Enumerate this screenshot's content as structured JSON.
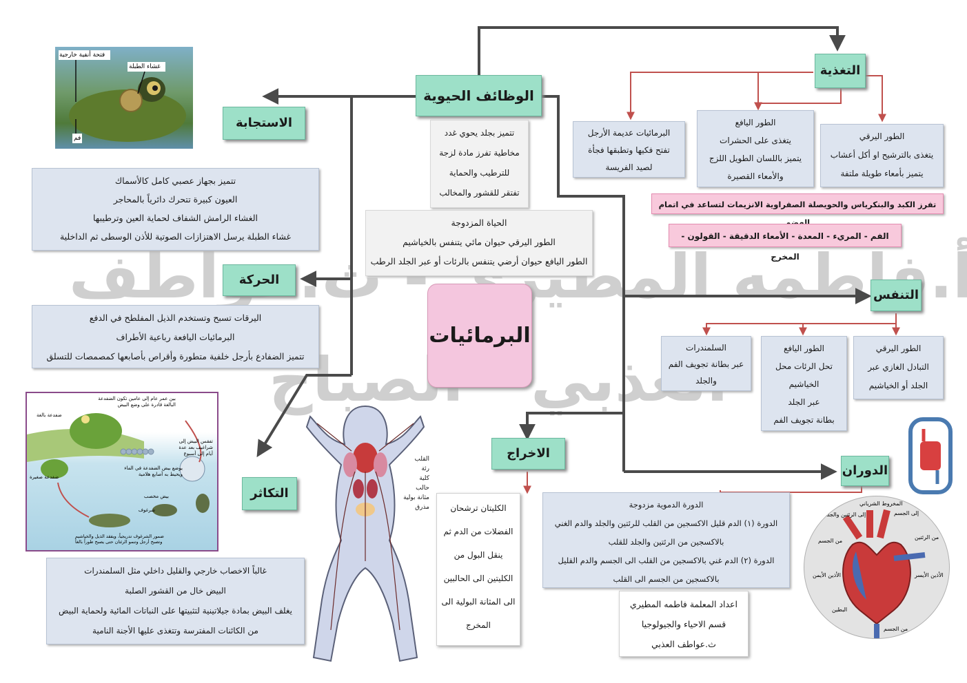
{
  "center_title": "البرمائيات",
  "watermark": {
    "line1": "أ.فاطمه المطيري - ث.عواطف",
    "line2": "العذبي - الصباح"
  },
  "headings": {
    "vital_functions": "الوظائف الحيوية",
    "response": "الاستجابة",
    "movement": "الحركة",
    "reproduction": "التكاثر",
    "nutrition": "التغذية",
    "respiration": "التنفس",
    "excretion": "الاخراج",
    "circulation": "الدوران"
  },
  "vital_functions_text": [
    "تتميز بجلد يحوي غدد",
    "مخاطية تفرز مادة لزجة",
    "للترطيب والحماية",
    "تفتقر للقشور والمخالب"
  ],
  "double_life": {
    "title": "الحياة المزدوجة",
    "lines": [
      "الطور اليرقي حيوان مائي يتنفس بالخياشيم",
      "الطور اليافع حيوان أرضي يتنفس بالرئات أو عبر الجلد الرطب"
    ]
  },
  "response_text": [
    "تتميز بجهاز عصبي كامل كالأسماك",
    "العيون كبيرة تتحرك دائرياً بالمحاجر",
    "الغشاء الرامش الشفاف لحماية العين وترطيبها",
    "غشاء الطبلة يرسل الاهتزازات الصوتية للأذن الوسطى ثم الداخلية"
  ],
  "movement_text": [
    "اليرقات تسبح وتستخدم الذيل المفلطح في الدفع",
    "البرمائيات اليافعة رباعية الأطراف",
    "تتميز الضفادع بأرجل خلفية متطورة وأقراص بأصابعها كمصمصات للتسلق"
  ],
  "reproduction_text": [
    "غالباً الاخصاب خارجي والقليل داخلي مثل السلمندرات",
    "البيض خال من القشور الصلبة",
    "يغلف البيض بمادة جيلاتينية لتثبيتها على النباتات المائية ولحماية البيض",
    "من الكائنات المفترسة وتتغذى عليها الأجنة النامية"
  ],
  "nutrition_boxes": {
    "larval": {
      "title": "الطور اليرقي",
      "lines": [
        "يتغذى بالترشيح او أكل أعشاب",
        "يتميز بأمعاء طويلة ملتفة"
      ]
    },
    "adult": {
      "title": "الطور اليافع",
      "lines": [
        "يتغذى على الحشرات",
        "يتميز باللسان الطويل اللزج",
        "والأمعاء القصيرة"
      ]
    },
    "legless": {
      "title": "البرمائيات عديمة الأرجل",
      "lines": [
        "تفتح فكيها وتطبقها فجأة",
        "لصيد الفريسة"
      ]
    }
  },
  "digestive_glands": "تفرز الكبد والبنكرياس والحويصلة الصفراوية الانزيمات لتساعد في اتمام الهضم",
  "digestive_path": "الفم - المريء - المعدة - الأمعاء الدقيقة - القولون - المخرج",
  "respiration_boxes": {
    "larval": {
      "title": "الطور اليرقي",
      "lines": [
        "التبادل الغازي عبر",
        "الجلد أو الخياشيم"
      ]
    },
    "adult": {
      "title": "الطور اليافع",
      "lines": [
        "تحل الرئات محل",
        "الخياشيم",
        "عبر الجلد",
        "بطانة تجويف الفم"
      ]
    },
    "salamander": {
      "title": "السلمندرات",
      "lines": [
        "عبر بطانة تجويف الفم",
        "والجلد"
      ]
    }
  },
  "excretion_text": [
    "الكليتان ترشحان",
    "الفضلات من الدم ثم",
    "ينقل البول من",
    "الكليتين الى الحالبين",
    "الى المثانة البولية الى",
    "المخرج"
  ],
  "circulation_text": {
    "title": "الدورة الدموية مزدوجة",
    "lines": [
      "الدورة (١) الدم قليل الاكسجين من القلب للرئتين والجلد والدم الغني",
      "بالاكسجين من الرئتين والجلد للقلب",
      "الدورة (٢) الدم غني بالاكسجين من القلب الى الجسم والدم القليل",
      "بالاكسجين من الجسم الى القلب"
    ]
  },
  "credits": [
    "اعداد المعلمة فاطمه المطيري",
    "قسم الاحياء والجيولوجيا",
    "ث.عواطف العذبي"
  ],
  "frog_head_labels": {
    "nostril": "فتحة أنفية خارجية",
    "tympanum": "غشاء الطبلة",
    "mouth": "فم"
  },
  "lifecycle_labels": [
    "بين عمر عام إلى عامين تكون الضفدعة",
    "البالغة قادرة على وضع البيض",
    "ضفدعة بالغة",
    "تفقس البيض إلى",
    "شراغيف بعد عدة",
    "أيام إلى أسبوع",
    "يوضع بيض الضفدعة في الماء",
    "ويحيط به أصابع هلامية",
    "بيض مخصب",
    "شرغوف",
    "ضفدعة صغيرة",
    "ضمور الشرغوف تدريجياً، ويفقد الذيل والخياشيم",
    "وتصبح أرجل وتنمو الرئتان حتى يصبح طوراً بالغاً"
  ],
  "anatomy_labels": [
    "القلب",
    "رئة",
    "كلية",
    "حالب",
    "مثانة بولية",
    "مذرق"
  ],
  "heart_labels": [
    "المخروط الشرياني",
    "إلى الجسم",
    "إلى الرئتين والجلد",
    "من الرئتين",
    "من الجسم",
    "الأذين الأيمن",
    "الأذين الأيسر",
    "البطين",
    "من الجسم"
  ],
  "colors": {
    "heading_green": "#9de0c8",
    "note_blue": "#dde4ef",
    "note_pink": "#f8c9dc",
    "center_pink": "#f4c6de",
    "arrow_dark": "#4a4a4a",
    "arrow_red": "#c0504d"
  }
}
